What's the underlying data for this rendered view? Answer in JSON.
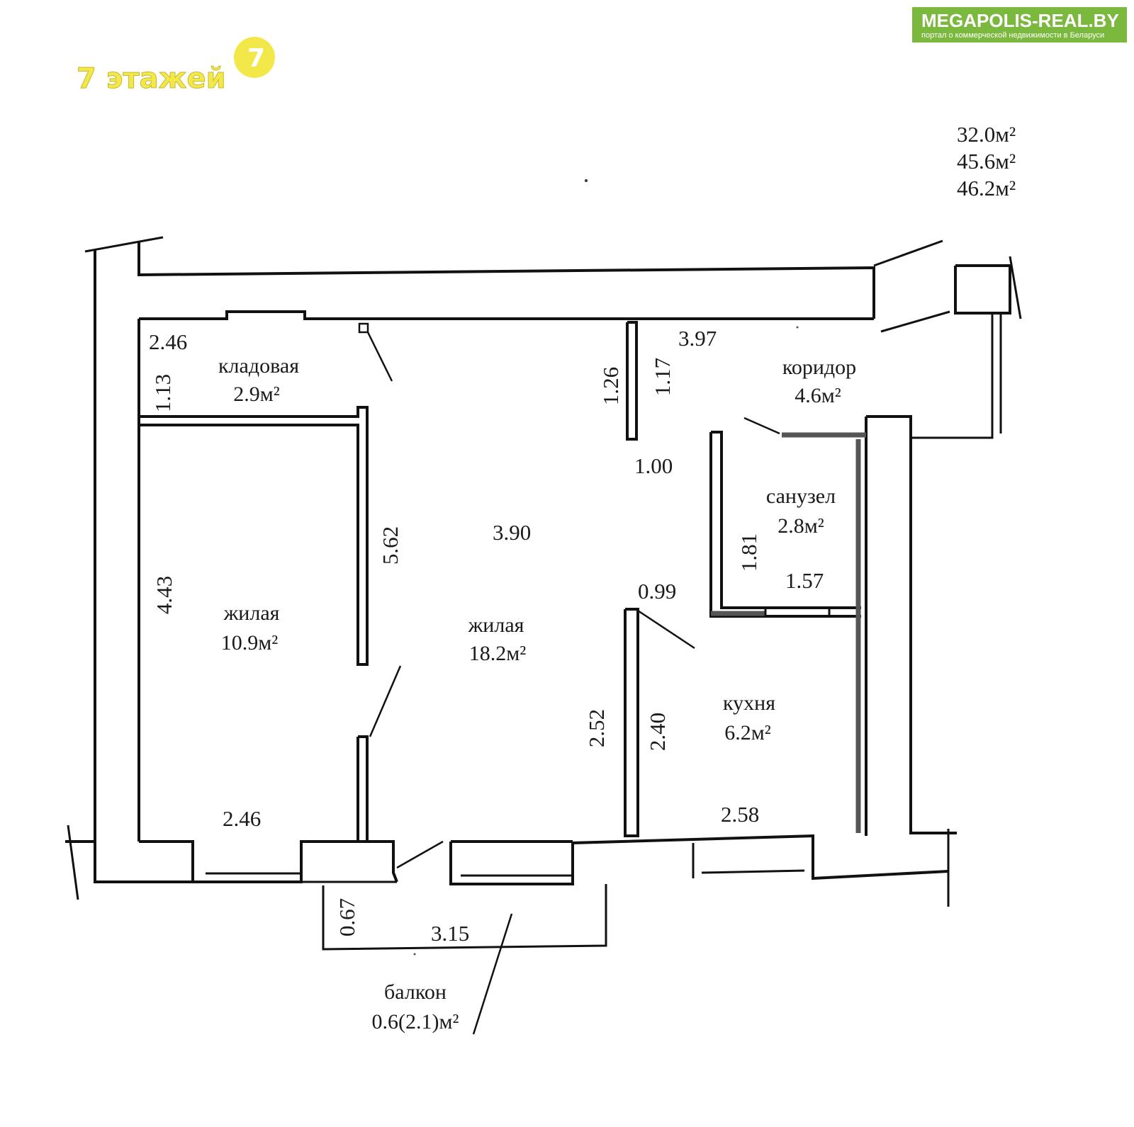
{
  "watermark": {
    "brand": "MEGAPOLIS-REAL.BY",
    "tagline": "портал о коммерческой недвижимости в Беларуси",
    "bg_color": "#7ab83e"
  },
  "floors_logo": {
    "text": "7 этажей",
    "badge": "7",
    "color": "#f2e84a"
  },
  "totals": [
    "32.0м²",
    "45.6м²",
    "46.2м²"
  ],
  "rooms": {
    "pantry": {
      "name": "кладовая",
      "area": "2.9м²"
    },
    "corridor": {
      "name": "коридор",
      "area": "4.6м²"
    },
    "bathroom": {
      "name": "санузел",
      "area": "2.8м²"
    },
    "living_small": {
      "name": "жилая",
      "area": "10.9м²"
    },
    "living_large": {
      "name": "жилая",
      "area": "18.2м²"
    },
    "kitchen": {
      "name": "кухня",
      "area": "6.2м²"
    },
    "balcony": {
      "name": "балкон",
      "area": "0.6(2.1)м²"
    }
  },
  "dimensions": {
    "pantry_width": "2.46",
    "pantry_depth": "1.13",
    "corridor_length": "3.97",
    "corridor_left_a": "1.26",
    "corridor_left_b": "1.17",
    "corridor_gap": "1.00",
    "living_large_width": "3.90",
    "living_small_partition": "5.62",
    "living_small_height": "4.43",
    "living_small_width": "2.46",
    "bathroom_height": "1.81",
    "bathroom_width": "1.57",
    "kitchen_door": "0.99",
    "kitchen_left_a": "2.52",
    "kitchen_left_b": "2.40",
    "kitchen_width": "2.58",
    "balcony_depth": "0.67",
    "balcony_width": "3.15"
  }
}
